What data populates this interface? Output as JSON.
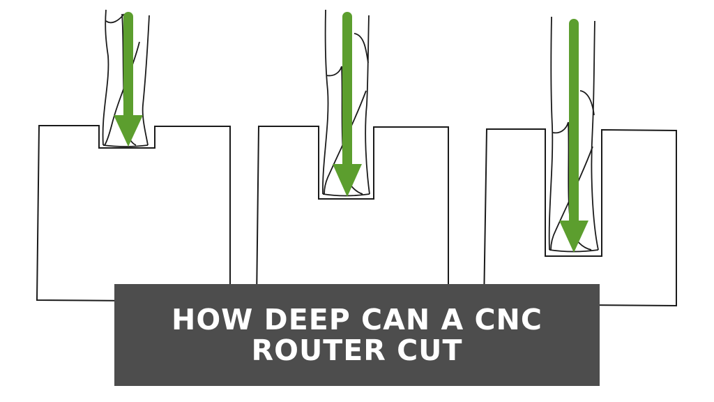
{
  "title": {
    "line1": "HOW DEEP CAN A CNC",
    "line2": "ROUTER CUT"
  },
  "colors": {
    "arrow": "#5c9e2e",
    "banner": "#4d4d4d",
    "banner_text": "#ffffff",
    "outline": "#1a1a1a"
  },
  "panels": [
    {
      "id": "shallow",
      "cut_depth": "shallow"
    },
    {
      "id": "medium",
      "cut_depth": "medium"
    },
    {
      "id": "deep",
      "cut_depth": "deep"
    }
  ]
}
